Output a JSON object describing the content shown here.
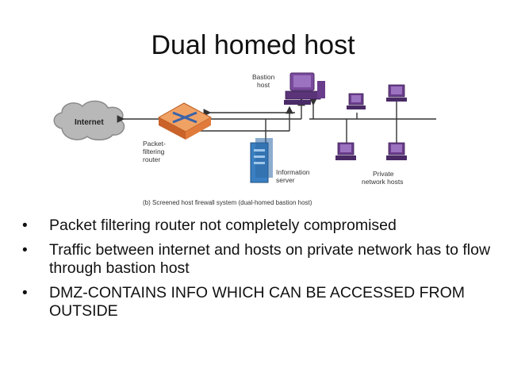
{
  "slide": {
    "title": "Dual homed host"
  },
  "diagram": {
    "labels": {
      "internet": "Internet",
      "packet_filtering_router": [
        "Packet-",
        "filtering",
        "router"
      ],
      "bastion_host": [
        "Bastion",
        "host"
      ],
      "information_server": [
        "Information",
        "server"
      ],
      "private_network_hosts": [
        "Private",
        "network hosts"
      ]
    },
    "caption": "(b) Screened host firewall system (dual-homed bastion host)",
    "colors": {
      "cloud": "#b8b8b8",
      "router": "#e07b3c",
      "router_top": "#f0a264",
      "bastion": "#7a4a9e",
      "info_server": "#3a7fc1",
      "private_host": "#6a3d8c",
      "line": "#333333"
    }
  },
  "bullets": [
    "Packet filtering router not completely compromised",
    "Traffic between internet and hosts on private network has to flow through bastion host",
    "DMZ-CONTAINS INFO WHICH CAN BE ACCESSED FROM OUTSIDE"
  ]
}
